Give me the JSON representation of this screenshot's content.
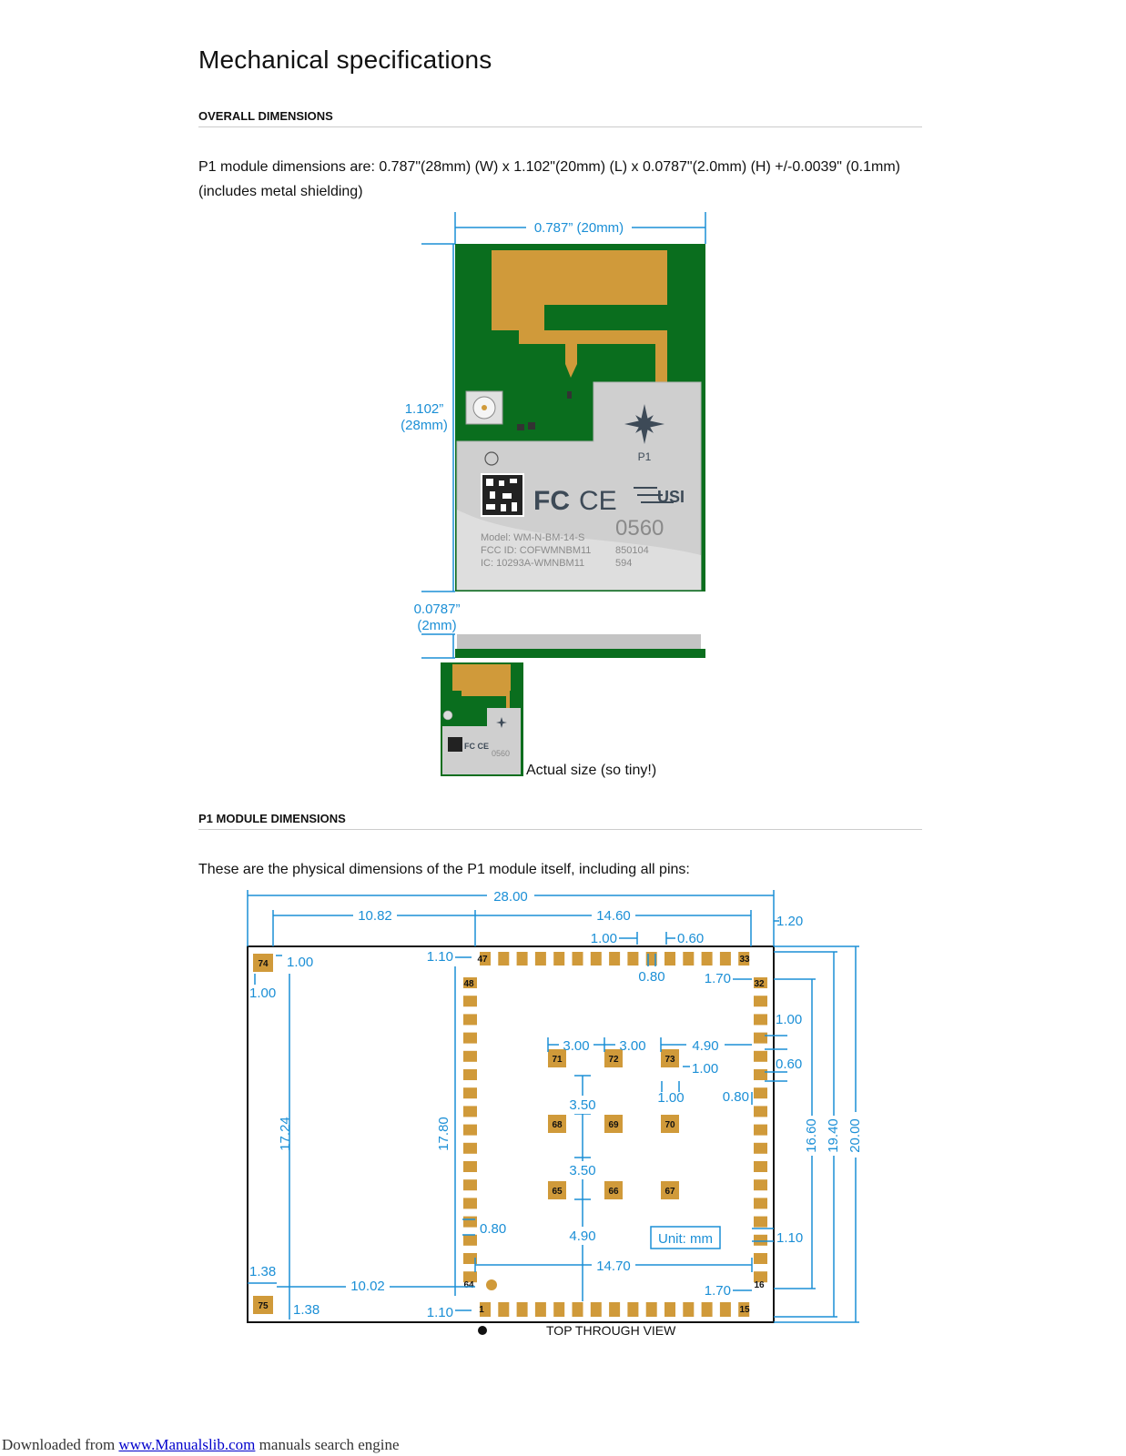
{
  "title": "Mechanical specifications",
  "sections": [
    {
      "heading": "OVERALL DIMENSIONS",
      "text": "P1 module dimensions are: 0.787\"(28mm) (W) x 1.102\"(20mm) (L) x 0.0787\"(2.0mm) (H) +/-0.0039\" (0.1mm) (includes metal shielding)"
    },
    {
      "heading": "P1 MODULE DIMENSIONS",
      "text": "These are the physical dimensions of the P1 module itself, including all pins:"
    }
  ],
  "module_figure": {
    "width_label": "0.787” (20mm)",
    "height_label_1": "1.102”",
    "height_label_2": "(28mm)",
    "thickness_label_1": "0.0787”",
    "thickness_label_2": "(2mm)",
    "logo_text": "P1",
    "fcc_mark": "FC",
    "ce_mark": "CE",
    "usi_mark": "USI",
    "model_line": "Model: WM-N-BM-14-S",
    "fcc_line": "FCC ID: COFWMNBM11",
    "ic_line": "IC: 10293A-WMNBM11",
    "serial": "0560",
    "code_1": "850104",
    "code_2": "594",
    "actual_size_caption": "Actual size (so tiny!)",
    "colors": {
      "pcb": "#0a6e1e",
      "antenna": "#d09a3a",
      "shield": "#c8c8c8",
      "dimension": "#1b8fd6"
    }
  },
  "pin_drawing": {
    "dims": {
      "overall_width": "28.00",
      "left_offset": "10.82",
      "pad_span": "14.60",
      "right_margin": "1.20",
      "pad_width": "1.00",
      "pad_gap": "0.60",
      "pad_height": "0.80",
      "corner_1_10_top": "1.10",
      "corner_1_70_top": "1.70",
      "pad_1_00_left": "1.00",
      "pad_1_00_left_v": "1.00",
      "left_height": "17.24",
      "pad_column_height": "17.80",
      "right_pad_1_00": "1.00",
      "right_pad_0_60": "0.60",
      "right_pad_0_80": "0.80",
      "grid_3_00_a": "3.00",
      "grid_3_00_b": "3.00",
      "grid_4_90": "4.90",
      "grid_pad_1_00_h": "1.00",
      "grid_pad_1_00_v": "1.00",
      "grid_3_50_a": "3.50",
      "grid_3_50_b": "3.50",
      "grid_4_90_v": "4.90",
      "left_pad_0_80": "0.80",
      "right_1_10": "1.10",
      "bottom_14_70": "14.70",
      "bottom_left_1_38_a": "1.38",
      "bottom_left_1_38_b": "1.38",
      "bottom_10_02": "10.02",
      "bottom_1_10": "1.10",
      "bottom_1_70": "1.70",
      "right_16_60": "16.60",
      "right_19_40": "19.40",
      "right_20_00": "20.00"
    },
    "unit_label": "Unit: mm",
    "view_label": "TOP THROUGH VIEW",
    "pins": {
      "p74": "74",
      "p75": "75",
      "p47": "47",
      "p33": "33",
      "p48": "48",
      "p32": "32",
      "p64": "64",
      "p16": "16",
      "p1": "1",
      "p15": "15",
      "p71": "71",
      "p72": "72",
      "p73": "73",
      "p68": "68",
      "p69": "69",
      "p70": "70",
      "p65": "65",
      "p66": "66",
      "p67": "67"
    }
  },
  "footer": {
    "prefix": "Downloaded from ",
    "link": "www.Manualslib.com",
    "suffix": " manuals search engine"
  }
}
